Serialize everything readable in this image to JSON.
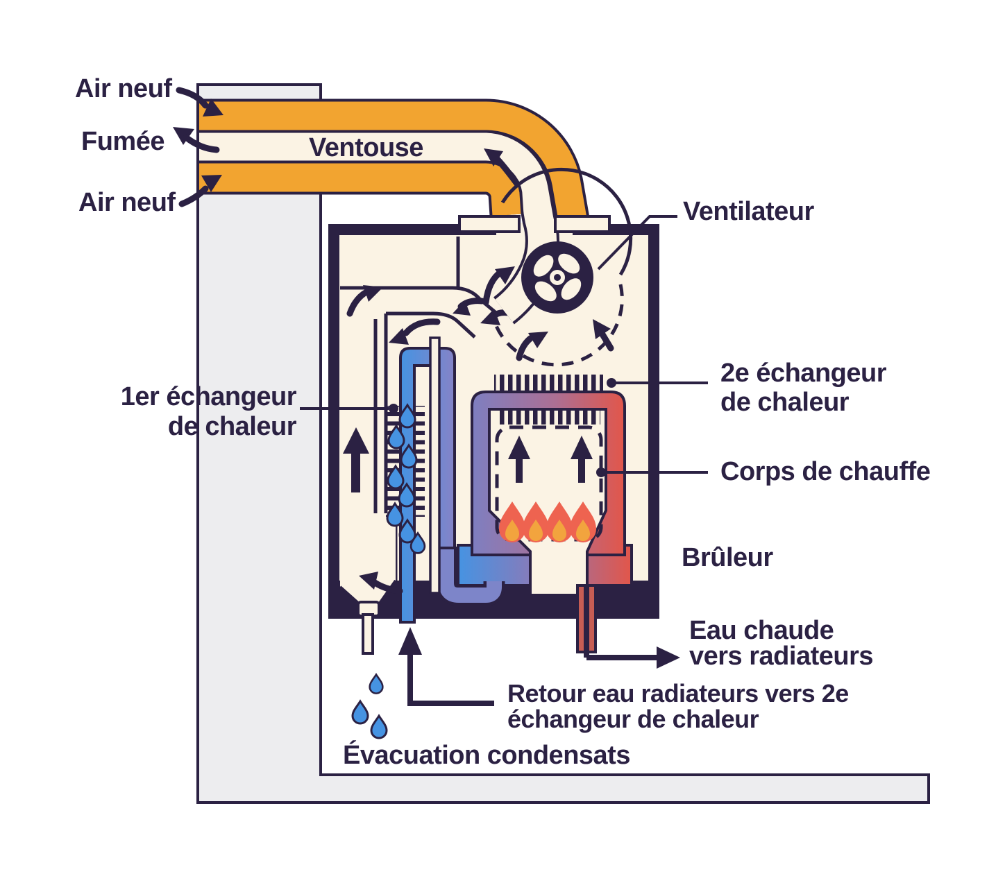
{
  "diagram": {
    "type": "boiler-schematic",
    "labels": {
      "air_neuf_top": "Air neuf",
      "fumee": "Fumée",
      "air_neuf_bottom": "Air neuf",
      "ventouse": "Ventouse",
      "ventilateur": "Ventilateur",
      "echangeur1": [
        "1er échangeur",
        "de chaleur"
      ],
      "echangeur2": [
        "2e échangeur",
        "de chaleur"
      ],
      "corps_de_chauffe": "Corps de chauffe",
      "bruleur": "Brûleur",
      "eau_chaude": [
        "Eau chaude",
        "vers radiateurs"
      ],
      "retour": [
        "Retour eau radiateurs vers 2e",
        "échangeur de chaleur"
      ],
      "evacuation_condensats": "Évacuation condensats"
    },
    "colors": {
      "ink_navy": "#2b2143",
      "cream": "#fbf3e4",
      "orange": "#f2a430",
      "wall_gray": "#ededef",
      "water_blue": "#4693e2",
      "periwinkle": "#7d85c9",
      "hot_red": "#e2564a",
      "pipe_red": "#c65d54",
      "flame_outer": "#ee6350",
      "flame_inner": "#f2a43e"
    }
  }
}
